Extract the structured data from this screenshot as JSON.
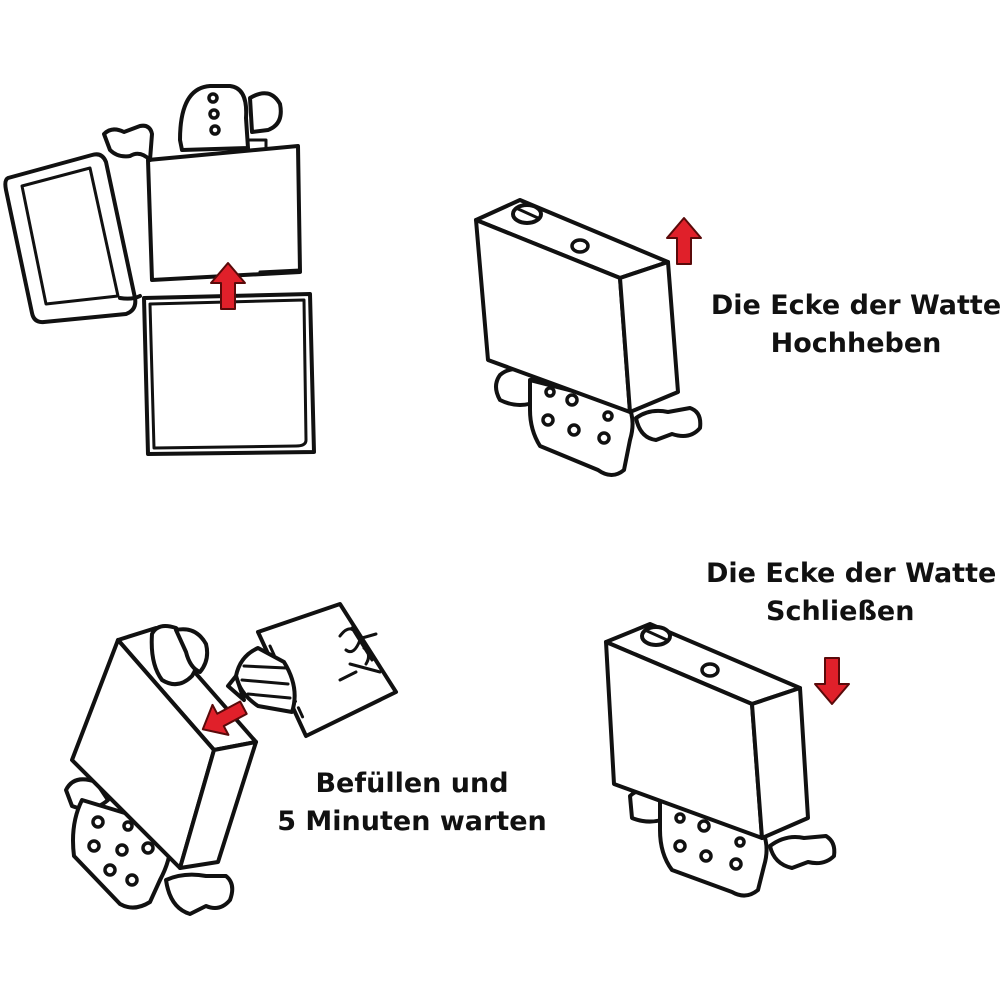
{
  "steps": [
    {
      "lines": [
        "Die Ecke der Watte",
        "Hochheben"
      ]
    },
    {
      "lines": [
        "Die Ecke der Watte",
        "Schließen"
      ]
    },
    {
      "lines": [
        "Befüllen und",
        "5 Minuten warten"
      ]
    }
  ],
  "colors": {
    "arrow": "#e0202a",
    "arrow_outline": "#5a0a0a",
    "line": "#111111",
    "background": "#ffffff"
  },
  "icons": [
    "lighter-open-icon",
    "lighter-insert-icon",
    "arrow-up-icon",
    "arrow-down-icon",
    "fuel-can-icon",
    "fill-arrow-icon"
  ]
}
